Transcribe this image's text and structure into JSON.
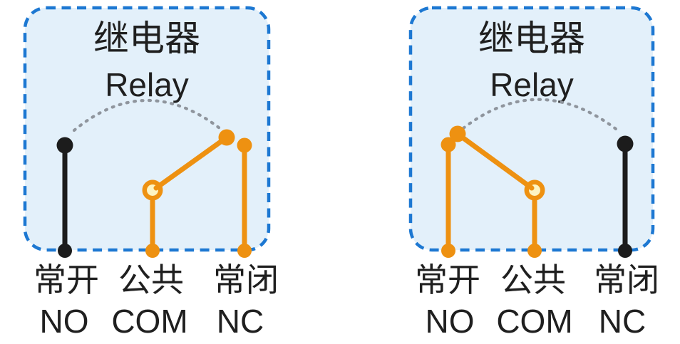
{
  "colors": {
    "background": "#ffffff",
    "box_fill": "#e3f0fa",
    "box_border_blue": "#1d78d2",
    "contact_orange": "#ee9111",
    "pivot_fill": "#fdf4c3",
    "arc_gray": "#8f959d",
    "ink_black": "#1f1f1f"
  },
  "diagrams": [
    {
      "title_zh": "继电器",
      "title_en": "Relay",
      "com_connected_to": "NC",
      "terminals": {
        "no": {
          "label_zh": "常开",
          "label_en": "NO",
          "color": "black"
        },
        "com": {
          "label_zh": "公共",
          "label_en": "COM",
          "color": "orange"
        },
        "nc": {
          "label_zh": "常闭",
          "label_en": "NC",
          "color": "orange"
        }
      }
    },
    {
      "title_zh": "继电器",
      "title_en": "Relay",
      "com_connected_to": "NO",
      "terminals": {
        "no": {
          "label_zh": "常开",
          "label_en": "NO",
          "color": "orange"
        },
        "com": {
          "label_zh": "公共",
          "label_en": "COM",
          "color": "orange"
        },
        "nc": {
          "label_zh": "常闭",
          "label_en": "NC",
          "color": "black"
        }
      }
    }
  ]
}
